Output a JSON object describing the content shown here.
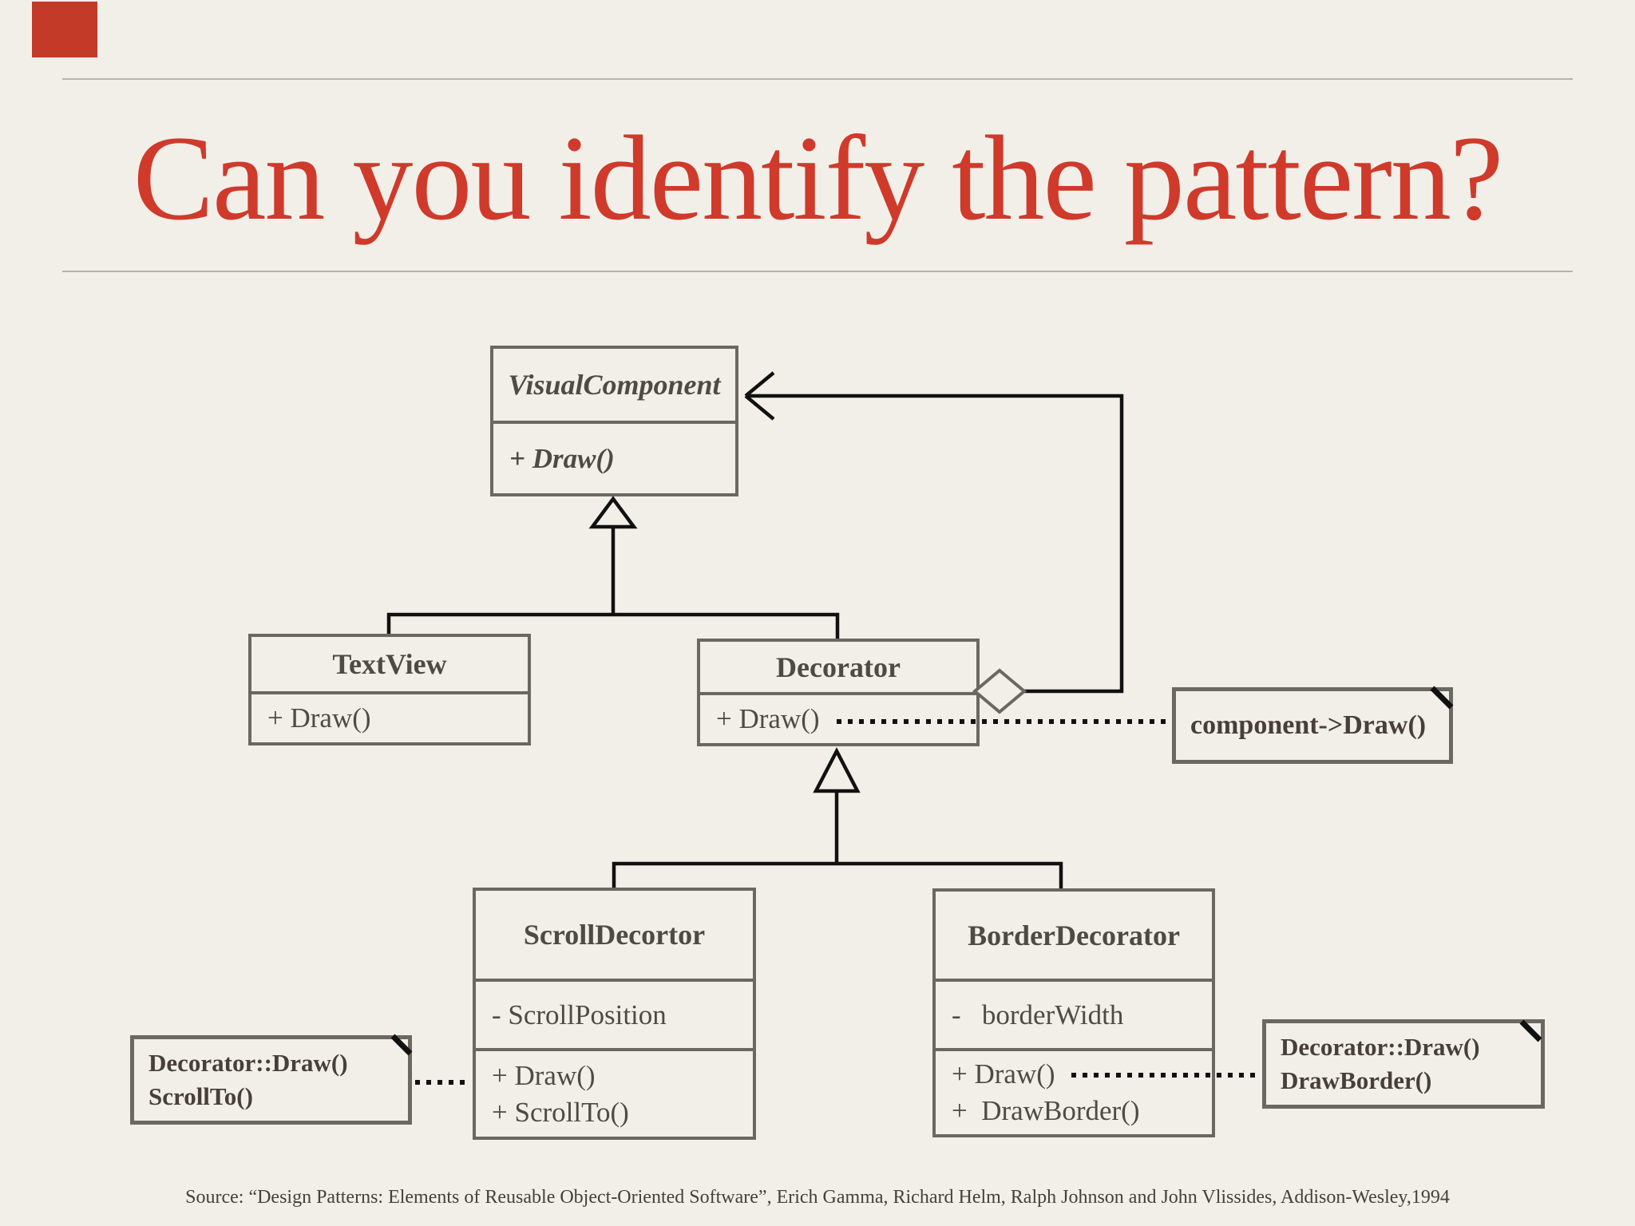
{
  "slide": {
    "title": "Can you identify the pattern?",
    "source_citation": "Source: “Design Patterns: Elements of Reusable Object-Oriented Software”, Erich Gamma, Richard Helm, Ralph Johnson and John Vlissides, Addison-Wesley,1994",
    "colors": {
      "accent_red": "#c43a29",
      "title_red": "#cf3a2b",
      "background": "#f2efe9",
      "box_border": "#6b6862",
      "box_text": "#4e4a45",
      "connector_black": "#111111",
      "rule_gray": "#b7b4ae"
    }
  },
  "diagram": {
    "type": "uml-class-diagram",
    "classes": [
      {
        "name": "VisualComponent",
        "abstract": true,
        "methods": [
          "+ Draw()"
        ]
      },
      {
        "name": "TextView",
        "methods": [
          "+ Draw()"
        ]
      },
      {
        "name": "Decorator",
        "methods": [
          "+ Draw()"
        ]
      },
      {
        "name": "ScrollDecortor",
        "attributes": [
          "- ScrollPosition"
        ],
        "methods": [
          "+ Draw()",
          "+ ScrollTo()"
        ]
      },
      {
        "name": "BorderDecorator",
        "attributes": [
          "-   borderWidth"
        ],
        "methods": [
          "+ Draw()",
          "+  DrawBorder()"
        ]
      }
    ],
    "notes": [
      {
        "lines": [
          "component->Draw()"
        ]
      },
      {
        "lines": [
          "Decorator::Draw()",
          "ScrollTo()"
        ]
      },
      {
        "lines": [
          "Decorator::Draw()",
          "DrawBorder()"
        ]
      }
    ],
    "relationships": [
      {
        "type": "inheritance",
        "from": "TextView",
        "to": "VisualComponent"
      },
      {
        "type": "inheritance",
        "from": "Decorator",
        "to": "VisualComponent"
      },
      {
        "type": "inheritance",
        "from": "ScrollDecortor",
        "to": "Decorator"
      },
      {
        "type": "inheritance",
        "from": "BorderDecorator",
        "to": "Decorator"
      },
      {
        "type": "aggregation",
        "from": "Decorator",
        "to": "VisualComponent"
      },
      {
        "type": "note-link",
        "from": "Decorator.+ Draw()",
        "to": "component->Draw()"
      },
      {
        "type": "note-link",
        "from": "ScrollDecortor.+ Draw()",
        "to": "Decorator::Draw() ScrollTo()"
      },
      {
        "type": "note-link",
        "from": "BorderDecorator.+ Draw()",
        "to": "Decorator::Draw() DrawBorder()"
      }
    ]
  }
}
